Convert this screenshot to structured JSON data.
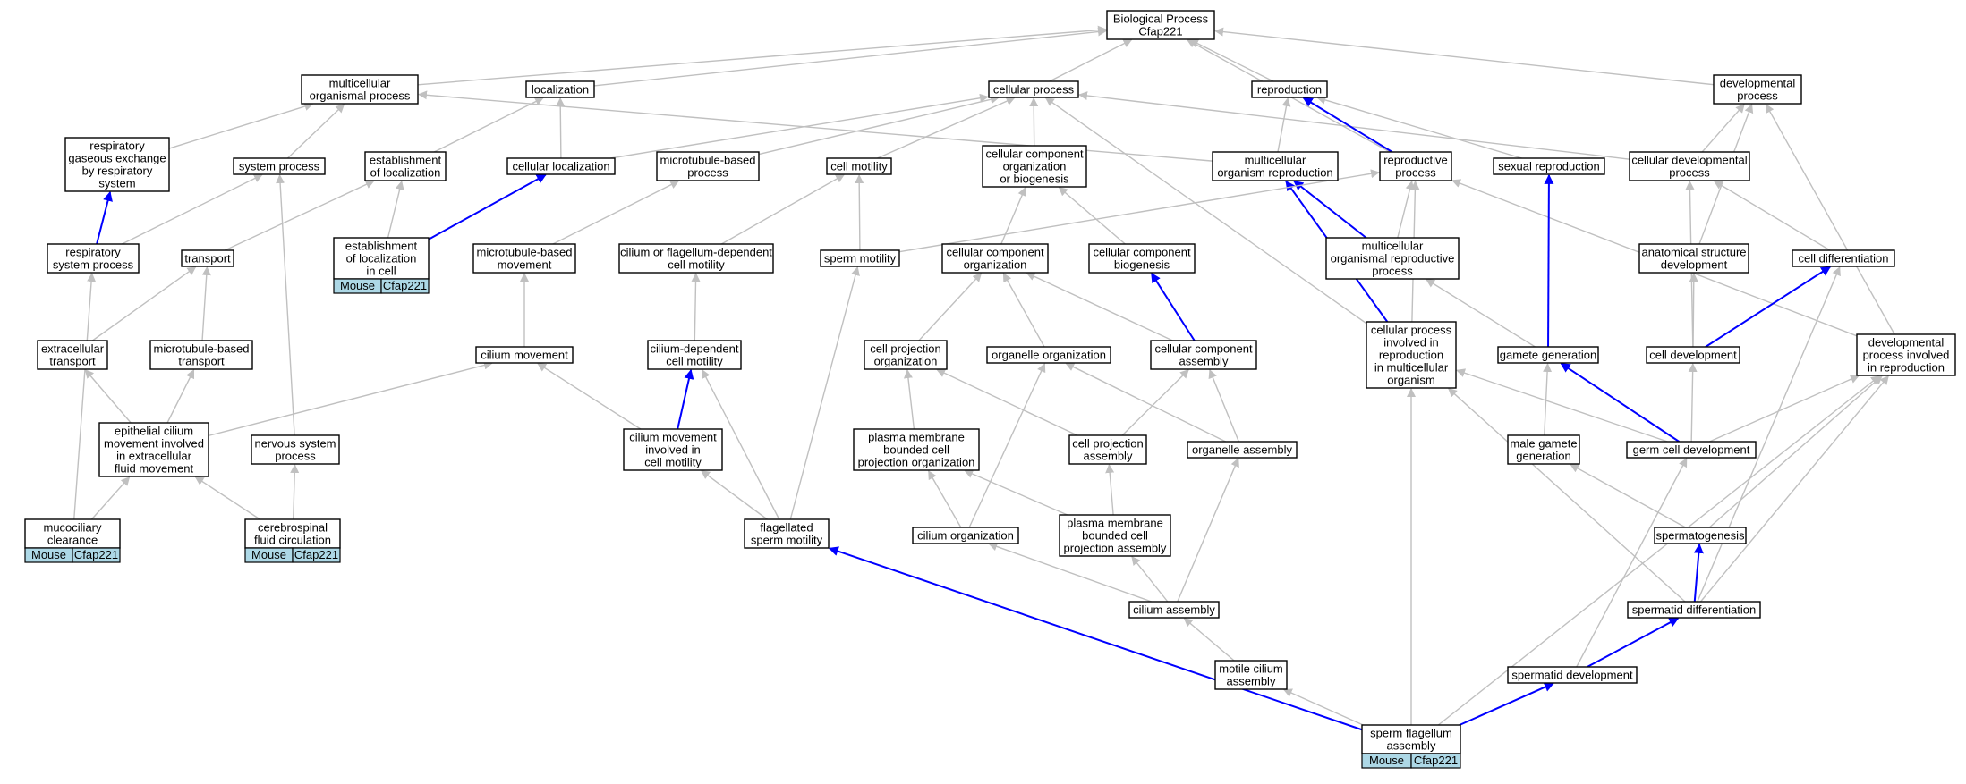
{
  "graph": {
    "nodes": [
      {
        "id": "bp",
        "lines": [
          "Biological Process",
          "Cfap221"
        ]
      },
      {
        "id": "mop",
        "lines": [
          "multicellular",
          "organismal process"
        ]
      },
      {
        "id": "loc",
        "lines": [
          "localization"
        ]
      },
      {
        "id": "cp",
        "lines": [
          "cellular process"
        ]
      },
      {
        "id": "rep",
        "lines": [
          "reproduction"
        ]
      },
      {
        "id": "devp",
        "lines": [
          "developmental",
          "process"
        ]
      },
      {
        "id": "rges",
        "lines": [
          "respiratory",
          "gaseous exchange",
          "by respiratory",
          "system"
        ]
      },
      {
        "id": "sysp",
        "lines": [
          "system process"
        ]
      },
      {
        "id": "estloc",
        "lines": [
          "establishment",
          "of localization"
        ]
      },
      {
        "id": "cloc",
        "lines": [
          "cellular localization"
        ]
      },
      {
        "id": "mtbp",
        "lines": [
          "microtubule-based",
          "process"
        ]
      },
      {
        "id": "cmot",
        "lines": [
          "cell motility"
        ]
      },
      {
        "id": "ccob",
        "lines": [
          "cellular component",
          "organization",
          "or biogenesis"
        ]
      },
      {
        "id": "mcrep",
        "lines": [
          "multicellular",
          "organism reproduction"
        ]
      },
      {
        "id": "reprop",
        "lines": [
          "reproductive",
          "process"
        ]
      },
      {
        "id": "sexrep",
        "lines": [
          "sexual reproduction"
        ]
      },
      {
        "id": "celldevp",
        "lines": [
          "cellular developmental",
          "process"
        ]
      },
      {
        "id": "rsp",
        "lines": [
          "respiratory",
          "system process"
        ]
      },
      {
        "id": "transport",
        "lines": [
          "transport"
        ]
      },
      {
        "id": "estlocc",
        "lines": [
          "establishment",
          "of localization",
          "in cell"
        ],
        "tags": [
          "Mouse",
          "Cfap221"
        ]
      },
      {
        "id": "mtbm",
        "lines": [
          "microtubule-based",
          "movement"
        ]
      },
      {
        "id": "cfdcm",
        "lines": [
          "cilium or flagellum-dependent",
          "cell motility"
        ]
      },
      {
        "id": "spmot",
        "lines": [
          "sperm motility"
        ]
      },
      {
        "id": "cco",
        "lines": [
          "cellular component",
          "organization"
        ]
      },
      {
        "id": "ccbio",
        "lines": [
          "cellular component",
          "biogenesis"
        ]
      },
      {
        "id": "morp",
        "lines": [
          "multicellular",
          "organismal reproductive",
          "process"
        ]
      },
      {
        "id": "asd",
        "lines": [
          "anatomical structure",
          "development"
        ]
      },
      {
        "id": "celldiff",
        "lines": [
          "cell differentiation"
        ]
      },
      {
        "id": "extrans",
        "lines": [
          "extracellular",
          "transport"
        ]
      },
      {
        "id": "mtbt",
        "lines": [
          "microtubule-based",
          "transport"
        ]
      },
      {
        "id": "cilmov",
        "lines": [
          "cilium movement"
        ]
      },
      {
        "id": "cdcm",
        "lines": [
          "cilium-dependent",
          "cell motility"
        ]
      },
      {
        "id": "cpo",
        "lines": [
          "cell projection",
          "organization"
        ]
      },
      {
        "id": "orgo",
        "lines": [
          "organelle organization"
        ]
      },
      {
        "id": "cca",
        "lines": [
          "cellular component",
          "assembly"
        ]
      },
      {
        "id": "cpirmo",
        "lines": [
          "cellular process",
          "involved in",
          "reproduction",
          "in multicellular",
          "organism"
        ]
      },
      {
        "id": "gamgen",
        "lines": [
          "gamete generation"
        ]
      },
      {
        "id": "celldev",
        "lines": [
          "cell development"
        ]
      },
      {
        "id": "dpir",
        "lines": [
          "developmental",
          "process involved",
          "in reproduction"
        ]
      },
      {
        "id": "ecm",
        "lines": [
          "epithelial cilium",
          "movement involved",
          "in extracellular",
          "fluid movement"
        ]
      },
      {
        "id": "nsp",
        "lines": [
          "nervous system",
          "process"
        ]
      },
      {
        "id": "cmicm",
        "lines": [
          "cilium movement",
          "involved in",
          "cell motility"
        ]
      },
      {
        "id": "pmbcpo",
        "lines": [
          "plasma membrane",
          "bounded cell",
          "projection organization"
        ]
      },
      {
        "id": "cpa",
        "lines": [
          "cell projection",
          "assembly"
        ]
      },
      {
        "id": "orga",
        "lines": [
          "organelle assembly"
        ]
      },
      {
        "id": "mgg",
        "lines": [
          "male gamete",
          "generation"
        ]
      },
      {
        "id": "gcd",
        "lines": [
          "germ cell development"
        ]
      },
      {
        "id": "mcc",
        "lines": [
          "mucociliary",
          "clearance"
        ],
        "tags": [
          "Mouse",
          "Cfap221"
        ]
      },
      {
        "id": "cfc",
        "lines": [
          "cerebrospinal",
          "fluid circulation"
        ],
        "tags": [
          "Mouse",
          "Cfap221"
        ]
      },
      {
        "id": "fsm",
        "lines": [
          "flagellated",
          "sperm motility"
        ]
      },
      {
        "id": "cilorg",
        "lines": [
          "cilium organization"
        ]
      },
      {
        "id": "pmbcpa",
        "lines": [
          "plasma membrane",
          "bounded cell",
          "projection assembly"
        ]
      },
      {
        "id": "spgen",
        "lines": [
          "spermatogenesis"
        ]
      },
      {
        "id": "cila",
        "lines": [
          "cilium assembly"
        ]
      },
      {
        "id": "spdiff",
        "lines": [
          "spermatid differentiation"
        ]
      },
      {
        "id": "mca",
        "lines": [
          "motile cilium",
          "assembly"
        ]
      },
      {
        "id": "spdev",
        "lines": [
          "spermatid development"
        ]
      },
      {
        "id": "sfa",
        "lines": [
          "sperm flagellum",
          "assembly"
        ],
        "tags": [
          "Mouse",
          "Cfap221"
        ]
      }
    ],
    "edges": [
      [
        "mop",
        "bp",
        0
      ],
      [
        "loc",
        "bp",
        0
      ],
      [
        "cp",
        "bp",
        0
      ],
      [
        "rep",
        "bp",
        0
      ],
      [
        "devp",
        "bp",
        0
      ],
      [
        "reprop",
        "bp",
        0
      ],
      [
        "rges",
        "mop",
        0
      ],
      [
        "sysp",
        "mop",
        0
      ],
      [
        "mcrep",
        "mop",
        0
      ],
      [
        "estloc",
        "loc",
        0
      ],
      [
        "cloc",
        "loc",
        0
      ],
      [
        "cloc",
        "cp",
        0
      ],
      [
        "mtbp",
        "cp",
        0
      ],
      [
        "cmot",
        "cp",
        0
      ],
      [
        "ccob",
        "cp",
        0
      ],
      [
        "celldevp",
        "cp",
        0
      ],
      [
        "cpirmo",
        "cp",
        0
      ],
      [
        "mcrep",
        "rep",
        0
      ],
      [
        "reprop",
        "rep",
        1
      ],
      [
        "sexrep",
        "rep",
        0
      ],
      [
        "celldevp",
        "devp",
        0
      ],
      [
        "asd",
        "devp",
        0
      ],
      [
        "dpir",
        "devp",
        0
      ],
      [
        "rsp",
        "rges",
        1
      ],
      [
        "rsp",
        "sysp",
        0
      ],
      [
        "nsp",
        "sysp",
        0
      ],
      [
        "transport",
        "estloc",
        0
      ],
      [
        "estlocc",
        "estloc",
        0
      ],
      [
        "estlocc",
        "cloc",
        1
      ],
      [
        "mtbm",
        "mtbp",
        0
      ],
      [
        "cfdcm",
        "cmot",
        0
      ],
      [
        "spmot",
        "cmot",
        0
      ],
      [
        "cco",
        "ccob",
        0
      ],
      [
        "ccbio",
        "ccob",
        0
      ],
      [
        "cpirmo",
        "mcrep",
        1
      ],
      [
        "morp",
        "mcrep",
        1
      ],
      [
        "spmot",
        "reprop",
        0
      ],
      [
        "morp",
        "reprop",
        0
      ],
      [
        "cpirmo",
        "reprop",
        0
      ],
      [
        "dpir",
        "reprop",
        0
      ],
      [
        "gamgen",
        "sexrep",
        1
      ],
      [
        "celldev",
        "celldevp",
        0
      ],
      [
        "celldiff",
        "celldevp",
        0
      ],
      [
        "mcc",
        "rsp",
        0
      ],
      [
        "extrans",
        "transport",
        0
      ],
      [
        "mtbt",
        "transport",
        0
      ],
      [
        "cilmov",
        "mtbm",
        0
      ],
      [
        "cdcm",
        "cfdcm",
        0
      ],
      [
        "fsm",
        "spmot",
        0
      ],
      [
        "cpo",
        "cco",
        0
      ],
      [
        "orgo",
        "cco",
        0
      ],
      [
        "cca",
        "cco",
        0
      ],
      [
        "cca",
        "ccbio",
        1
      ],
      [
        "gamgen",
        "morp",
        0
      ],
      [
        "celldev",
        "asd",
        0
      ],
      [
        "celldev",
        "celldiff",
        1
      ],
      [
        "spdiff",
        "celldiff",
        0
      ],
      [
        "ecm",
        "extrans",
        0
      ],
      [
        "ecm",
        "mtbt",
        0
      ],
      [
        "ecm",
        "cilmov",
        0
      ],
      [
        "cmicm",
        "cilmov",
        0
      ],
      [
        "cmicm",
        "cdcm",
        1
      ],
      [
        "fsm",
        "cdcm",
        0
      ],
      [
        "pmbcpo",
        "cpo",
        0
      ],
      [
        "cpa",
        "cpo",
        0
      ],
      [
        "cilorg",
        "orgo",
        0
      ],
      [
        "orga",
        "orgo",
        0
      ],
      [
        "cpa",
        "cca",
        0
      ],
      [
        "orga",
        "cca",
        0
      ],
      [
        "gcd",
        "cpirmo",
        0
      ],
      [
        "spdiff",
        "cpirmo",
        0
      ],
      [
        "sfa",
        "cpirmo",
        0
      ],
      [
        "mgg",
        "gamgen",
        0
      ],
      [
        "gcd",
        "gamgen",
        1
      ],
      [
        "gcd",
        "celldev",
        0
      ],
      [
        "gcd",
        "dpir",
        0
      ],
      [
        "spgen",
        "dpir",
        0
      ],
      [
        "spdiff",
        "dpir",
        0
      ],
      [
        "sfa",
        "dpir",
        0
      ],
      [
        "mcc",
        "ecm",
        0
      ],
      [
        "cfc",
        "ecm",
        0
      ],
      [
        "cfc",
        "nsp",
        0
      ],
      [
        "fsm",
        "cmicm",
        0
      ],
      [
        "cilorg",
        "pmbcpo",
        0
      ],
      [
        "pmbcpa",
        "pmbcpo",
        0
      ],
      [
        "pmbcpa",
        "cpa",
        0
      ],
      [
        "cila",
        "orga",
        0
      ],
      [
        "spgen",
        "mgg",
        0
      ],
      [
        "spdev",
        "gcd",
        0
      ],
      [
        "sfa",
        "fsm",
        1
      ],
      [
        "cila",
        "cilorg",
        0
      ],
      [
        "cila",
        "pmbcpa",
        0
      ],
      [
        "spdiff",
        "spgen",
        1
      ],
      [
        "mca",
        "cila",
        0
      ],
      [
        "spdev",
        "spdiff",
        1
      ],
      [
        "sfa",
        "mca",
        0
      ],
      [
        "sfa",
        "spdev",
        1
      ]
    ]
  }
}
